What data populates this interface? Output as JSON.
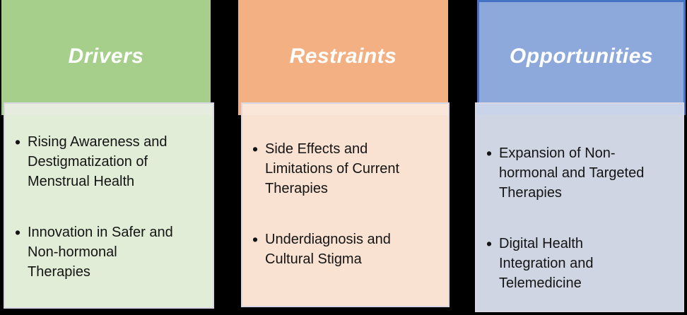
{
  "ui": {
    "bullet_glyph": "•",
    "background_color": "#000000",
    "body_border_color": "#D9D7E4"
  },
  "columns": [
    {
      "title": "Drivers",
      "colors": {
        "header": "#A7CF8C",
        "band": "#E6EDDF",
        "body": "#E1EDD6"
      },
      "items": [
        "Rising Awareness and\nDestigmatization of\nMenstrual Health",
        "Innovation in Safer and\nNon-hormonal\nTherapies"
      ]
    },
    {
      "title": "Restraints",
      "colors": {
        "header": "#F3B183",
        "band": "#FBE7DA",
        "body": "#F9E2D1"
      },
      "items": [
        "Side Effects and\nLimitations of Current\nTherapies",
        "Underdiagnosis and\nCultural Stigma"
      ]
    },
    {
      "title": "Opportunities",
      "colors": {
        "header": "#8DA9DB",
        "header_border": "#4472C4",
        "band": "#C9D3E9",
        "body": "#D0D5E3"
      },
      "items": [
        "Expansion of Non-\nhormonal and Targeted\nTherapies",
        "Digital Health\nIntegration and\nTelemedicine"
      ]
    }
  ]
}
